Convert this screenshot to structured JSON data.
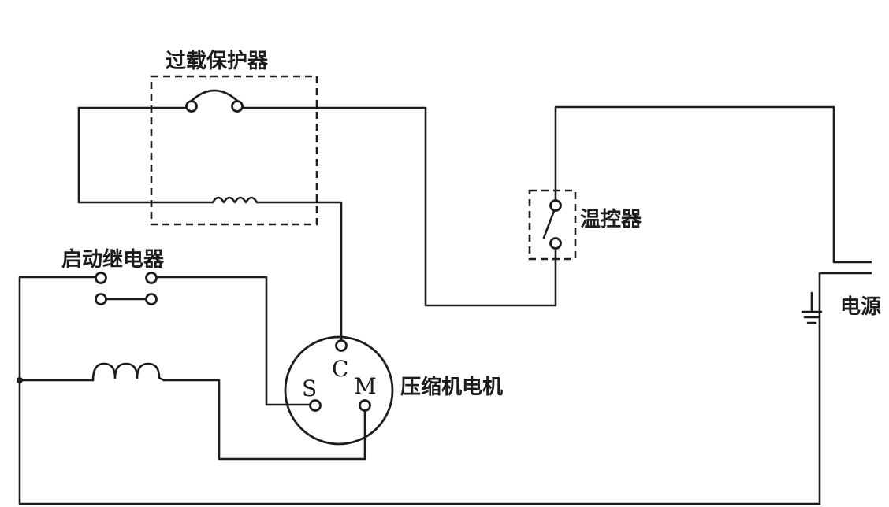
{
  "labels": {
    "overload_protector": "过载保护器",
    "start_relay": "启动继电器",
    "thermostat": "温控器",
    "power_source": "电源",
    "compressor_motor": "压缩机电机"
  },
  "terminals": {
    "common": "C",
    "start": "S",
    "main": "M"
  }
}
